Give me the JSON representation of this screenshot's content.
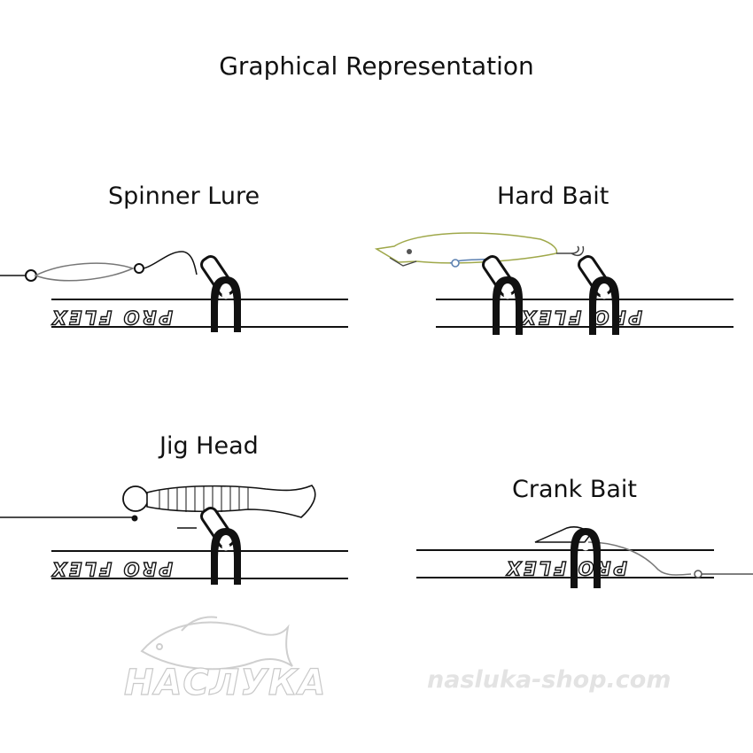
{
  "title": "Graphical Representation",
  "panels": {
    "spinner": {
      "label": "Spinner Lure"
    },
    "hard": {
      "label": "Hard Bait"
    },
    "jig": {
      "label": "Jig Head"
    },
    "crank": {
      "label": "Crank Bait"
    }
  },
  "rod_brand": "PRO FLEX",
  "watermark": {
    "logo": "НАСЛУКА",
    "url": "nasluka-shop.com"
  },
  "colors": {
    "ink": "#111111",
    "watermark": "#d0d0d0",
    "lure_tint": "#9fa84a",
    "clip_blue": "#5a7fb0"
  }
}
